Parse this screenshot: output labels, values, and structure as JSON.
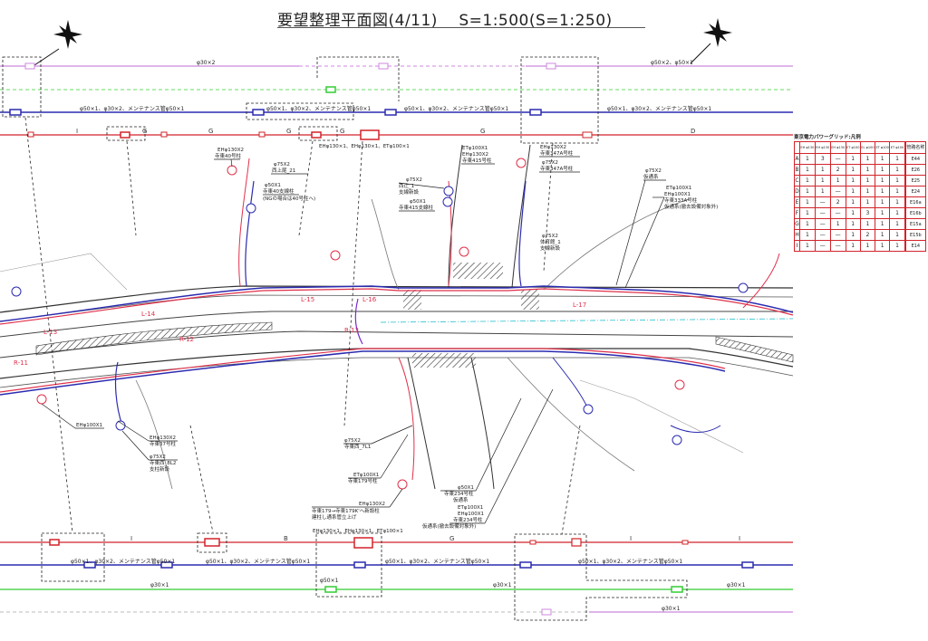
{
  "title": "要望整理平面図(4/11)　 S=1:500(S=1:250)",
  "top_lines": {
    "purple_label_1": "φ30×2",
    "purple_label_2": "φ50×2、φ50×1",
    "blue_label": "φ50×1、φ30×2、メンテナンス管φ50×1",
    "red_letters": [
      "I",
      "G",
      "G",
      "G",
      "G",
      "G",
      "D"
    ],
    "red_note": "EHφ130×1、EHφ130×1、ETφ100×1"
  },
  "bottom_lines": {
    "red_letters": [
      "I",
      "B",
      "G",
      "I",
      "I"
    ],
    "red_note": "EHφ130×1、EHφ130×1、ETφ100×1",
    "blue_label": "φ50×1、φ30×2、メンテナンス管φ50×1",
    "green_label": "φ30×1",
    "green_label_box": "φ50×1",
    "purple_label": "φ30×1"
  },
  "road_labels": [
    "L-13",
    "L-14",
    "L-15",
    "L-16",
    "L-17",
    "R-11",
    "R-12",
    "R-13"
  ],
  "annotations": [
    {
      "lines": [
        "EHφ130X2",
        "寺東40号柱"
      ]
    },
    {
      "lines": [
        "φ75X2",
        "西上尾_21"
      ]
    },
    {
      "lines": [
        "φ50X1",
        "寺東40支線柱",
        "(NGの場合は40号柱へ)"
      ]
    },
    {
      "lines": [
        "ETφ100X1",
        "EHφ130X2",
        "寺東415号柱"
      ]
    },
    {
      "lines": [
        "φ75X2",
        "西辻_1",
        "支線新設"
      ]
    },
    {
      "lines": [
        "φ50X1",
        "寺東415支線柱"
      ]
    },
    {
      "lines": [
        "EHφ130X2",
        "寺東347A号柱"
      ]
    },
    {
      "lines": [
        "φ75X2",
        "寺東347A号柱"
      ]
    },
    {
      "lines": [
        "φ75X2",
        "仮通系"
      ]
    },
    {
      "lines": [
        "ETφ100X1",
        "EHφ100X1",
        "寺東333A号柱",
        "仮通系(撤去設備対象外)"
      ]
    },
    {
      "lines": [
        "φ75X2",
        "体育館_1",
        "支線新設"
      ]
    },
    {
      "lines": [
        "EHφ100X1"
      ]
    },
    {
      "lines": [
        "EHφ130X2",
        "寺東37号柱"
      ]
    },
    {
      "lines": [
        "φ75X2",
        "寺東西_8L2",
        "支柱新設"
      ]
    },
    {
      "lines": [
        "φ75X2",
        "寺東西_7L1"
      ]
    },
    {
      "lines": [
        "ETφ100X1",
        "寺東179号柱"
      ]
    },
    {
      "lines": [
        "EHφ130X2",
        "寺東179→寺東179K'へ新設柱",
        "建柱し通系管立上げ"
      ]
    },
    {
      "lines": [
        "φ50X1",
        "寺東234号柱",
        "仮通系"
      ]
    },
    {
      "lines": [
        "ETφ100X1",
        "EHφ100X1",
        "寺東234号柱",
        "仮通系(撤去設備対象外)"
      ]
    }
  ],
  "legend": {
    "title": "東京電力パワーグリッド:凡例",
    "headers": [
      "EH φ130",
      "EH φ130",
      "EH φ130",
      "ET φ100",
      "EL φ100",
      "ET φ100",
      "ET φ100",
      "管路名称"
    ],
    "rows": [
      [
        "A",
        "1",
        "3",
        "—",
        "1",
        "1",
        "1",
        "1",
        "E44"
      ],
      [
        "B",
        "1",
        "1",
        "2",
        "1",
        "1",
        "1",
        "1",
        "E26"
      ],
      [
        "C",
        "1",
        "1",
        "1",
        "1",
        "1",
        "1",
        "1",
        "E25"
      ],
      [
        "D",
        "1",
        "1",
        "—",
        "1",
        "1",
        "1",
        "1",
        "E24"
      ],
      [
        "E",
        "1",
        "—",
        "2",
        "1",
        "1",
        "1",
        "1",
        "E16a"
      ],
      [
        "F",
        "1",
        "—",
        "—",
        "1",
        "3",
        "1",
        "1",
        "E16b"
      ],
      [
        "G",
        "1",
        "—",
        "1",
        "1",
        "1",
        "1",
        "1",
        "E15a"
      ],
      [
        "H",
        "1",
        "—",
        "—",
        "1",
        "2",
        "1",
        "1",
        "E15b"
      ],
      [
        "I",
        "1",
        "—",
        "—",
        "1",
        "1",
        "1",
        "1",
        "E14"
      ]
    ]
  },
  "colors": {
    "red": "#d2232a",
    "blue": "#2b2bb0",
    "green": "#33cc33",
    "purple": "#cc88dd",
    "cyan": "#22c0d0"
  }
}
